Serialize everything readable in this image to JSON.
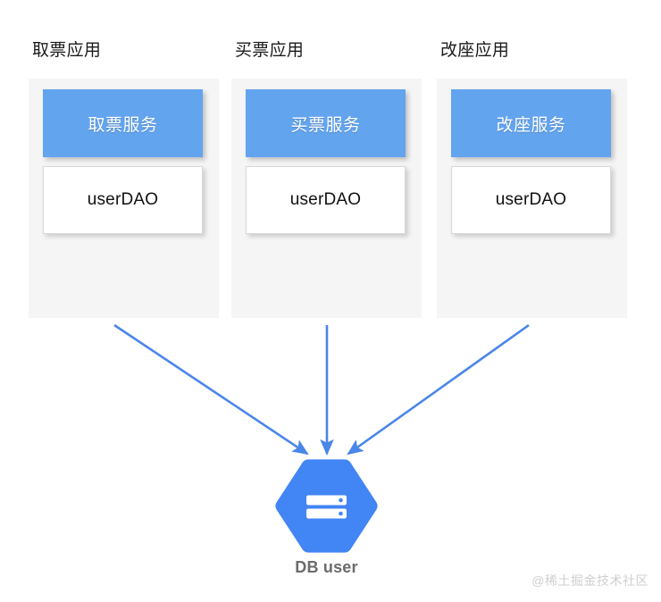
{
  "diagram": {
    "background_color": "#ffffff",
    "panel_color": "#f5f5f5",
    "service_color": "#63a4ef",
    "arrow_color": "#4a86e8",
    "hexagon_color": "#4285f4",
    "apps": [
      {
        "title": "取票应用",
        "service_label": "取票服务",
        "dao_label": "userDAO"
      },
      {
        "title": "买票应用",
        "service_label": "买票服务",
        "dao_label": "userDAO"
      },
      {
        "title": "改座应用",
        "service_label": "改座服务",
        "dao_label": "userDAO"
      }
    ],
    "database": {
      "label": "DB user",
      "icon": "database-hexagon-icon"
    },
    "arrows": [
      {
        "name": "arrow-app1-to-db",
        "from": "取票应用",
        "to": "DB user"
      },
      {
        "name": "arrow-app2-to-db",
        "from": "买票应用",
        "to": "DB user"
      },
      {
        "name": "arrow-app3-to-db",
        "from": "改座应用",
        "to": "DB user"
      }
    ]
  },
  "watermark": {
    "text": "@稀土掘金技术社区"
  }
}
